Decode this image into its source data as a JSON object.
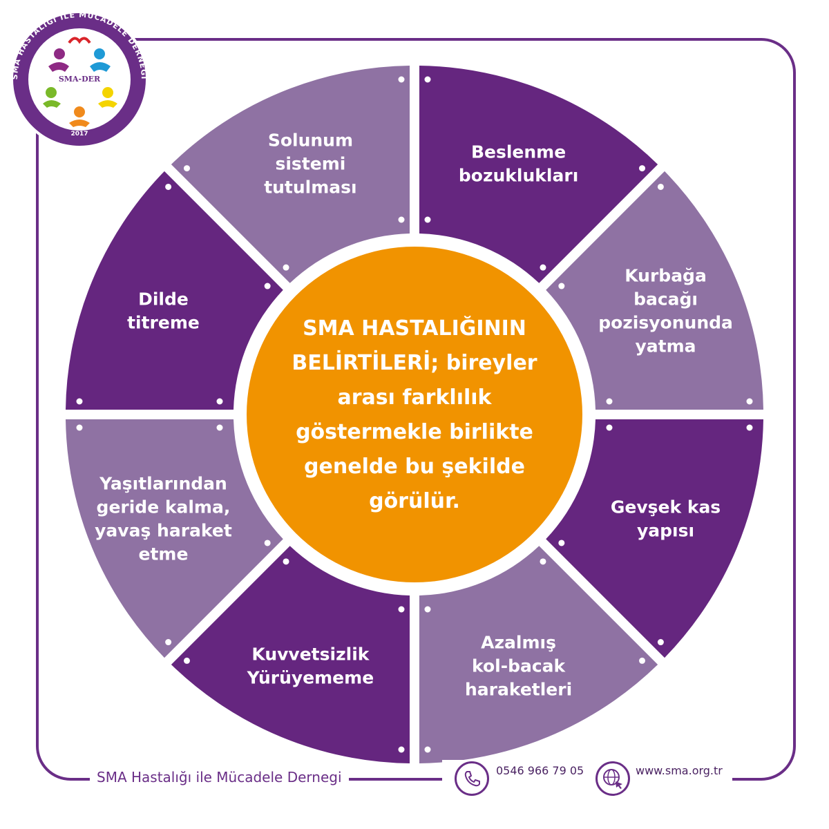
{
  "center": {
    "lines": [
      "SMA HASTALIĞININ",
      "BELİRTİLERİ; bireyler",
      "arası farklılık",
      "göstermekle birlikte",
      "genelde bu şekilde",
      "görülür."
    ],
    "color": "#f19300"
  },
  "segments": [
    {
      "lines": [
        "Beslenme",
        "bozuklukları"
      ],
      "color": "#65267f"
    },
    {
      "lines": [
        "Kurbağa",
        "bacağı",
        "pozisyonunda",
        "yatma"
      ],
      "color": "#8f72a3"
    },
    {
      "lines": [
        "Gevşek kas",
        "yapısı"
      ],
      "color": "#65267f"
    },
    {
      "lines": [
        "Azalmış",
        "kol-bacak",
        "haraketleri"
      ],
      "color": "#8f72a3"
    },
    {
      "lines": [
        "Kuvvetsizlik",
        "Yürüyememe"
      ],
      "color": "#65267f"
    },
    {
      "lines": [
        "Yaşıtlarından",
        "geride kalma,",
        "yavaş haraket",
        "etme"
      ],
      "color": "#8f72a3"
    },
    {
      "lines": [
        "Dilde",
        "titreme"
      ],
      "color": "#65267f"
    },
    {
      "lines": [
        "Solunum",
        "sistemi",
        "tutulması"
      ],
      "color": "#8f72a3"
    }
  ],
  "logo": {
    "ring_text": "SMA HASTALIĞI İLE MÜCADELE DERNEĞİ",
    "name": "SMA-DER",
    "year": "2017"
  },
  "footer": {
    "org_name": "SMA Hastalığı ile Mücadele Dernegi",
    "phone": "0546 966 79 05",
    "website": "www.sma.org.tr",
    "phone_icon": "phone-icon",
    "web_icon": "globe-cursor-icon"
  },
  "colors": {
    "frame": "#6a2e87",
    "dark_purple": "#65267f",
    "light_purple": "#8f72a3",
    "orange": "#f19300"
  }
}
